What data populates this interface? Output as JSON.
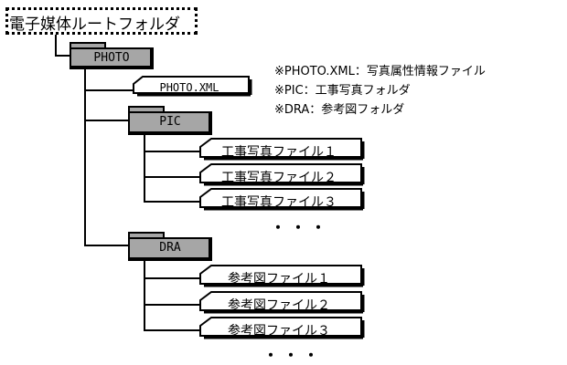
{
  "root": {
    "label": "電子媒体ルートフォルダ"
  },
  "photo_folder": {
    "label": "PHOTO",
    "xml_file": "PHOTO.XML",
    "pic_folder": {
      "label": "PIC",
      "files": [
        "工事写真ファイル１",
        "工事写真ファイル２",
        "工事写真ファイル３"
      ],
      "ellipsis": "・・・"
    },
    "dra_folder": {
      "label": "DRA",
      "files": [
        "参考図ファイル１",
        "参考図ファイル２",
        "参考図ファイル３"
      ],
      "ellipsis": "・・・"
    }
  },
  "notes": [
    "※PHOTO.XML：写真属性情報ファイル",
    "※PIC：工事写真フォルダ",
    "※DRA：参考図フォルダ"
  ]
}
